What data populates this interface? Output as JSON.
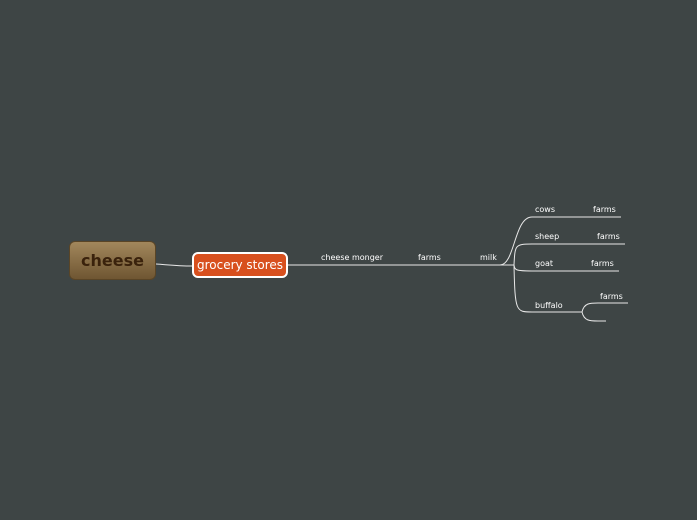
{
  "central_topic": "cheese",
  "main_topic": "grocery stores",
  "chain": [
    "cheese monger",
    "farms",
    "milk"
  ],
  "milk_sources": [
    {
      "label": "cows",
      "child": "farms"
    },
    {
      "label": "sheep",
      "child": "farms"
    },
    {
      "label": "goat",
      "child": "farms"
    },
    {
      "label": "buffalo",
      "children": [
        "farms",
        ""
      ]
    }
  ],
  "colors": {
    "background": "#3e4545",
    "central_fill": "#8b7048",
    "main_fill": "#d8501e",
    "line": "#e8e8e8"
  }
}
